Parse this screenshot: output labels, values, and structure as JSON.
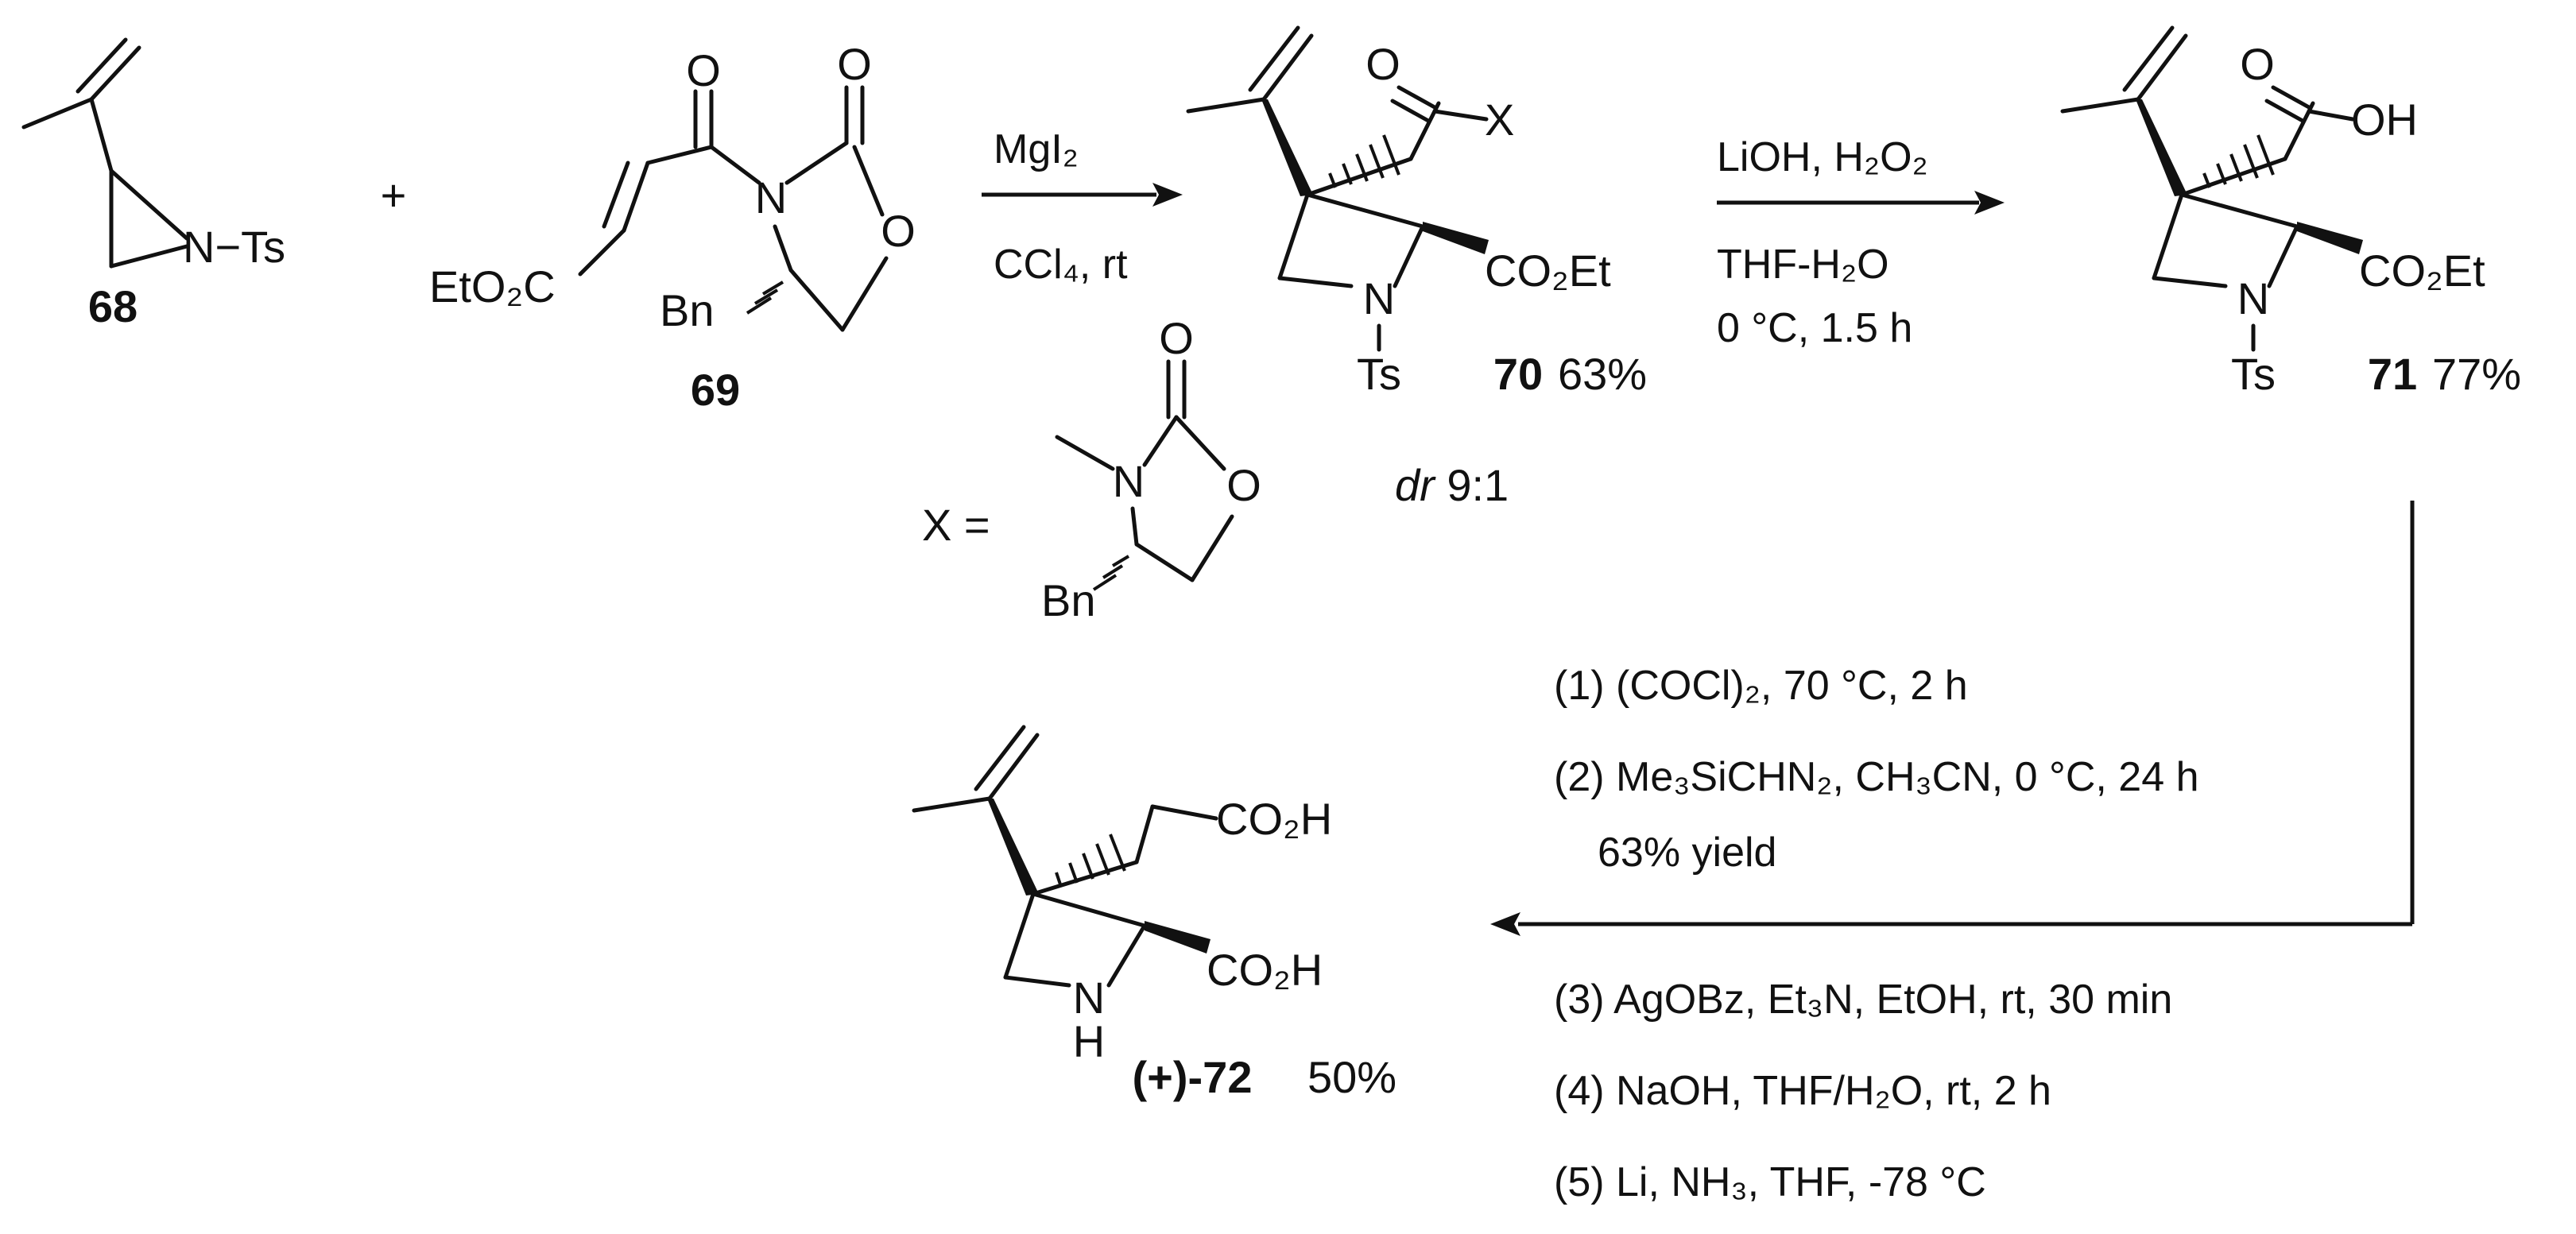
{
  "atoms": {
    "n_ts": "N−Ts",
    "o": "O",
    "n": "N",
    "x": "X",
    "oh": "OH",
    "ts": "Ts",
    "eto2c": "EtO₂C",
    "bn": "Bn",
    "co2et": "CO₂Et",
    "co2h": "CO₂H",
    "nh_n": "N",
    "nh_h": "H",
    "x_eq": "X ="
  },
  "compounds": {
    "c68": "68",
    "c69": "69",
    "c70": "70",
    "c70_yield": "63%",
    "c71": "71",
    "c71_yield": "77%",
    "c72": "(+)-72",
    "c72_yield": "50%"
  },
  "plus": "+",
  "dr": {
    "italic": "dr",
    "value": " 9:1"
  },
  "step1": {
    "reagent": "MgI₂",
    "solvent": "CCl₄, rt"
  },
  "step2": {
    "reagent": "LiOH, H₂O₂",
    "solvent": "THF-H₂O",
    "temp": "0 °C, 1.5 h"
  },
  "step3": {
    "line1": "(1) (COCl)₂, 70 °C, 2 h",
    "line2": "(2) Me₃SiCHN₂, CH₃CN, 0 °C, 24 h",
    "line2b": "63% yield",
    "line3": "(3) AgOBz, Et₃N, EtOH, rt, 30 min",
    "line4": "(4) NaOH, THF/H₂O, rt, 2 h",
    "line5": "(5) Li, NH₃, THF, -78 °C"
  }
}
